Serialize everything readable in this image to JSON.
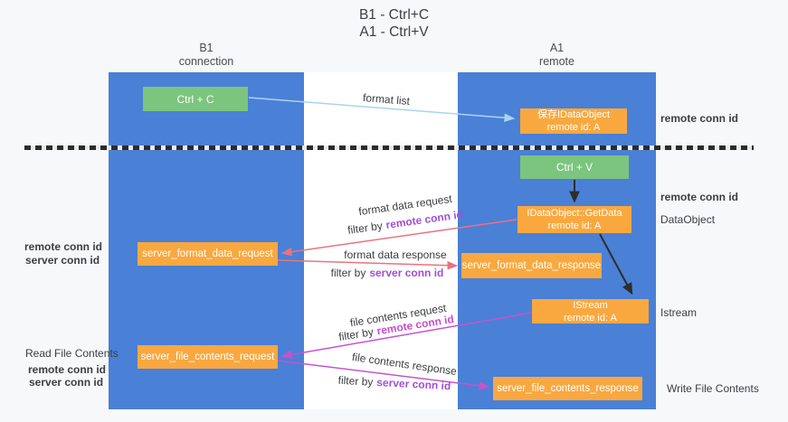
{
  "palette": {
    "column_blue": "#4a80d6",
    "box_orange": "#f9a83f",
    "box_green": "#7cc57e",
    "arrow_light_blue": "#a9d3f1",
    "arrow_red": "#e8747e",
    "arrow_magenta": "#c653cb",
    "arrow_black": "#2d2d2d",
    "text_purple": "#a24fd4",
    "text_magenta": "#c84fca",
    "text_green": "#53b65a",
    "text_dark": "#3b3e42"
  },
  "title": {
    "line1": "B1 - Ctrl+C",
    "line2": "A1 - Ctrl+V"
  },
  "columns": {
    "b1": {
      "name": "B1",
      "subtitle": "connection"
    },
    "a1": {
      "name": "A1",
      "subtitle": "remote"
    }
  },
  "boxes": {
    "ctrl_c": {
      "label": "Ctrl + C"
    },
    "ctrl_v": {
      "label": "Ctrl + V"
    },
    "save_dataobject": {
      "line1": "保存IDataObject",
      "line2": "remote id: A"
    },
    "getdata": {
      "line1": "IDataObject::GetData",
      "line2": "remote id: A"
    },
    "istream": {
      "line1": "IStream",
      "line2": "remote id: A"
    },
    "format_request": {
      "label": "server_format_data_request"
    },
    "format_response": {
      "label": "server_format_data_response"
    },
    "file_request": {
      "label": "server_file_contents_request"
    },
    "file_response": {
      "label": "server_file_contents_response"
    }
  },
  "flow": {
    "format_list": "format list",
    "format_data_request": "format data request",
    "format_data_response": "format data response",
    "file_contents_request": "file contents request",
    "file_contents_response": "file contents response",
    "filter_by": "filter by",
    "remote_conn_id": "remote conn id",
    "server_conn_id": "server conn id"
  },
  "side": {
    "dataobject": "DataObject",
    "istream": "Istream",
    "read_file_contents": "Read File Contents",
    "write_file_contents": "Write File Contents"
  }
}
